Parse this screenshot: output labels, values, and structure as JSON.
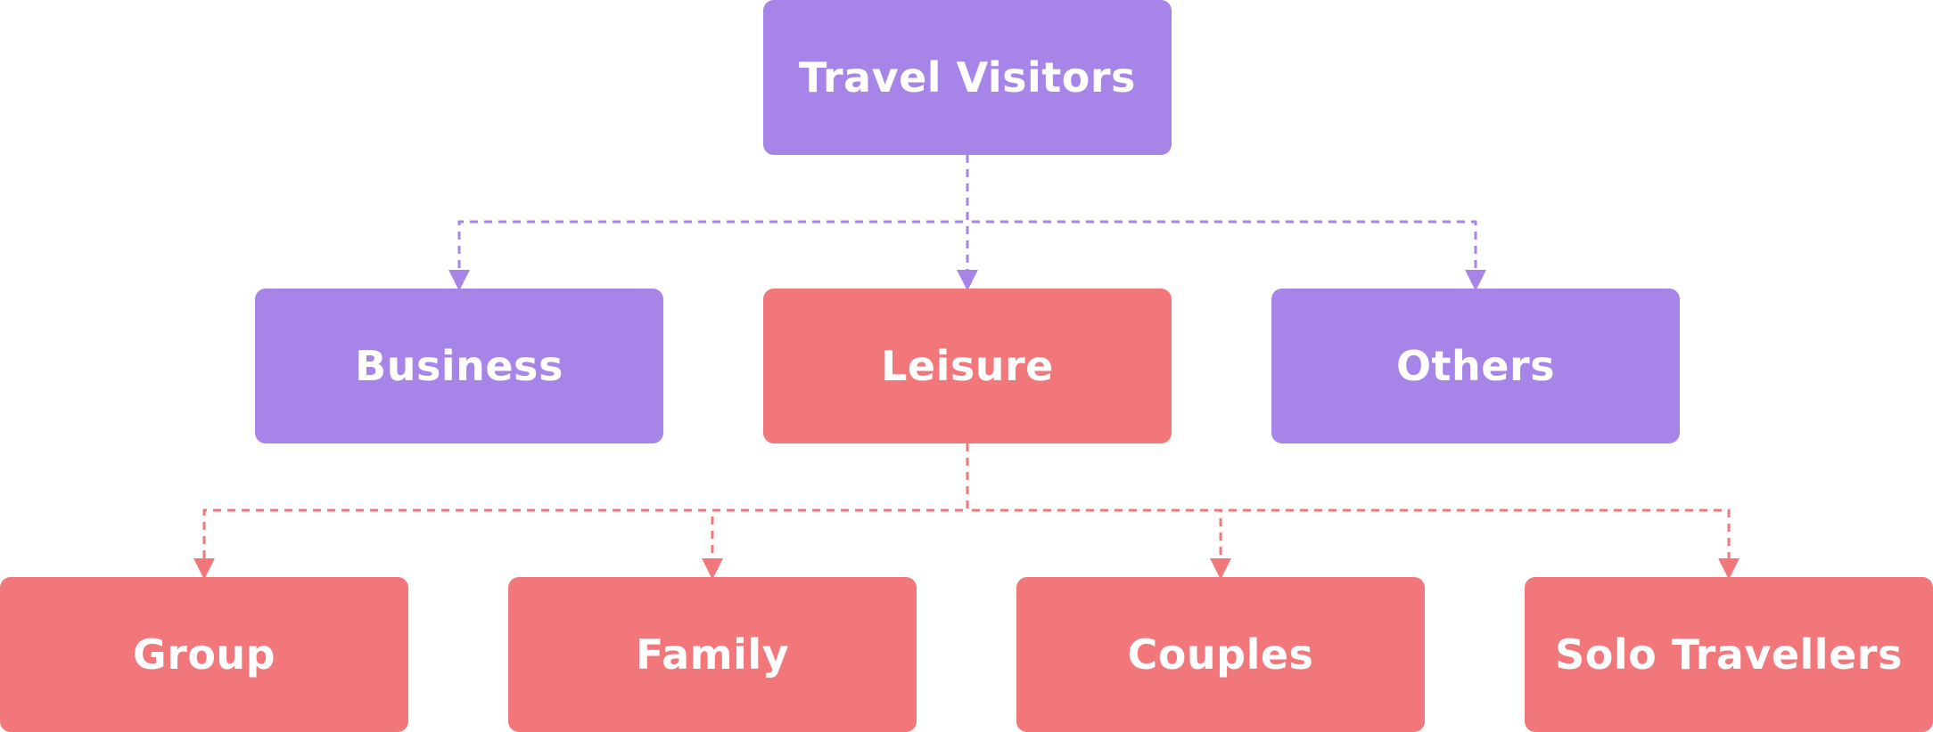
{
  "colors": {
    "purple": "#A684E8",
    "coral": "#F2777B",
    "text": "#FFFFFF"
  },
  "nodes": {
    "root": {
      "label": "Travel Visitors",
      "color": "purple"
    },
    "business": {
      "label": "Business",
      "color": "purple"
    },
    "leisure": {
      "label": "Leisure",
      "color": "coral"
    },
    "others": {
      "label": "Others",
      "color": "purple"
    },
    "group": {
      "label": "Group",
      "color": "coral"
    },
    "family": {
      "label": "Family",
      "color": "coral"
    },
    "couples": {
      "label": "Couples",
      "color": "coral"
    },
    "solo": {
      "label": "Solo Travellers",
      "color": "coral"
    }
  },
  "edges": [
    {
      "from": "root",
      "to": "business",
      "color": "purple",
      "style": "dashed-arrow"
    },
    {
      "from": "root",
      "to": "leisure",
      "color": "purple",
      "style": "dashed-arrow"
    },
    {
      "from": "root",
      "to": "others",
      "color": "purple",
      "style": "dashed-arrow"
    },
    {
      "from": "leisure",
      "to": "group",
      "color": "coral",
      "style": "dashed-arrow"
    },
    {
      "from": "leisure",
      "to": "family",
      "color": "coral",
      "style": "dashed-arrow"
    },
    {
      "from": "leisure",
      "to": "couples",
      "color": "coral",
      "style": "dashed-arrow"
    },
    {
      "from": "leisure",
      "to": "solo",
      "color": "coral",
      "style": "dashed-arrow"
    }
  ]
}
